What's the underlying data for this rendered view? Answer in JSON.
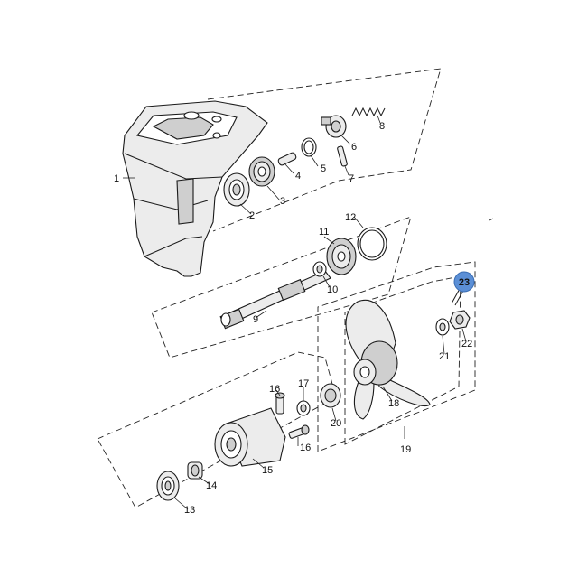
{
  "callouts": {
    "c1": "1",
    "c2": "2",
    "c3": "3",
    "c4": "4",
    "c5": "5",
    "c6": "6",
    "c7": "7",
    "c8": "8",
    "c9": "9",
    "c10": "10",
    "c11": "11",
    "c12": "12",
    "c13": "13",
    "c14": "14",
    "c15": "15",
    "c16a": "16",
    "c16b": "16",
    "c17": "17",
    "c18": "18",
    "c19": "19",
    "c20": "20",
    "c21": "21",
    "c22": "22",
    "c23": "23"
  },
  "colors": {
    "highlight": "#5b8fd6",
    "line": "#1a1a1a",
    "part_fill": "#ececec"
  }
}
